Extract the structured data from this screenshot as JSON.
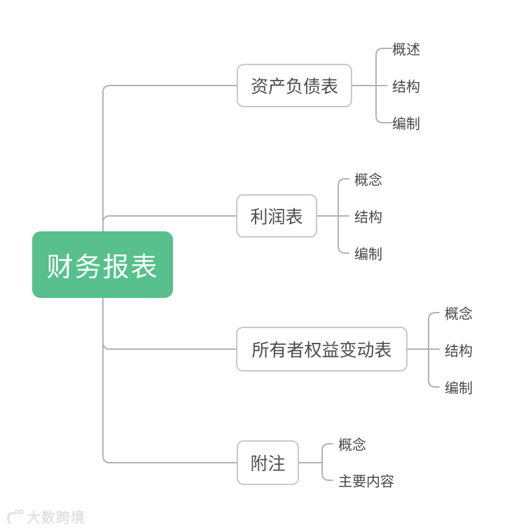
{
  "root": {
    "label": "财务报表"
  },
  "branches": [
    {
      "label": "资产负债表",
      "children": [
        "概述",
        "结构",
        "编制"
      ]
    },
    {
      "label": "利润表",
      "children": [
        "概念",
        "结构",
        "编制"
      ]
    },
    {
      "label": "所有者权益变动表",
      "children": [
        "概念",
        "结构",
        "编制"
      ]
    },
    {
      "label": "附注",
      "children": [
        "概念",
        "主要内容"
      ]
    }
  ],
  "watermark": {
    "text": "大数跨境"
  },
  "colors": {
    "root_fill": "#57c08c",
    "root_text": "#ffffff",
    "connector_line": "#b3b3b3",
    "topic_border": "#c9c9c9",
    "topic_text": "#4d4d4d",
    "leaf_text": "#474747",
    "watermark_text": "#e2e2e2",
    "background": "#ffffff"
  }
}
